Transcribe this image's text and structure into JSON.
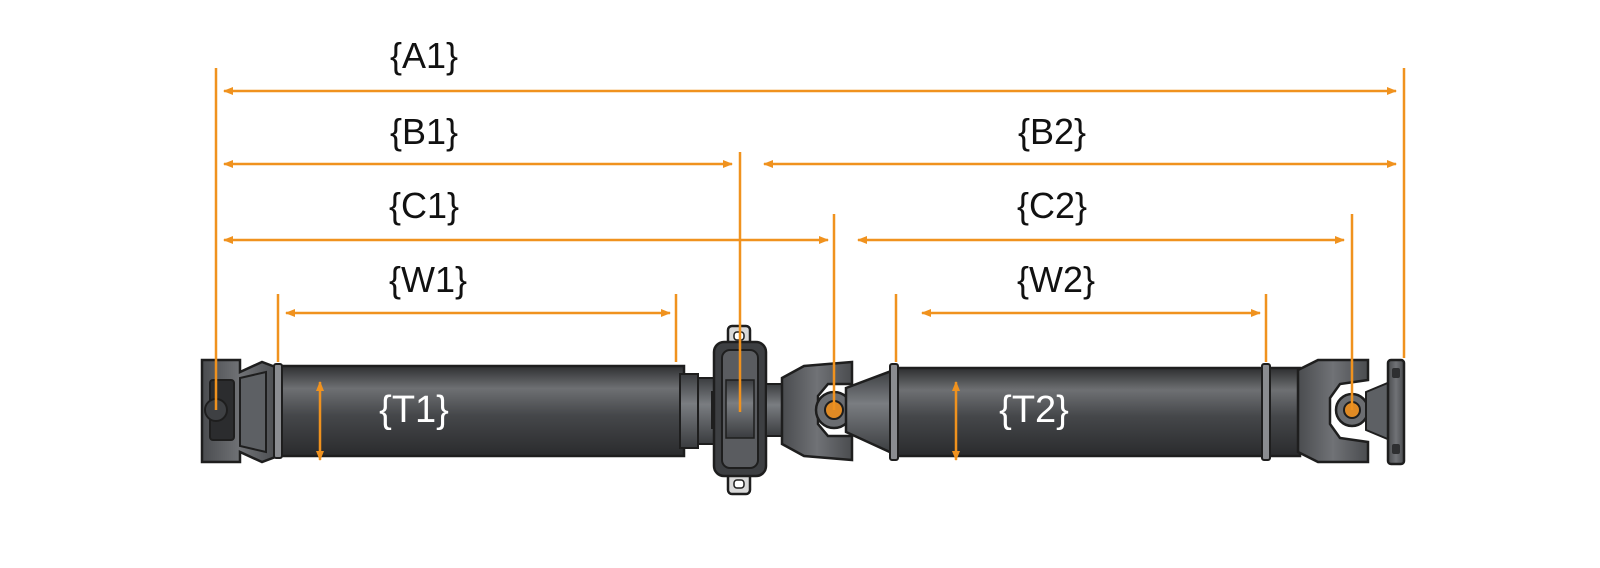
{
  "colors": {
    "dimension": "#f0921e",
    "tube_dark": "#3a3b3d",
    "tube_light": "#6b6d70",
    "metal": "#55585c",
    "outline": "#1e1e1e",
    "label": "#111111",
    "tube_label": "#ffffff"
  },
  "dimensions": {
    "A1": "{A1}",
    "B1": "{B1}",
    "B2": "{B2}",
    "C1": "{C1}",
    "C2": "{C2}",
    "W1": "{W1}",
    "W2": "{W2}"
  },
  "tubes": {
    "T1": "{T1}",
    "T2": "{T2}"
  },
  "icons": {
    "left_yoke": "u-joint-yoke-icon",
    "carrier_bearing": "center-support-bearing-icon",
    "right_flange": "flange-yoke-icon"
  }
}
